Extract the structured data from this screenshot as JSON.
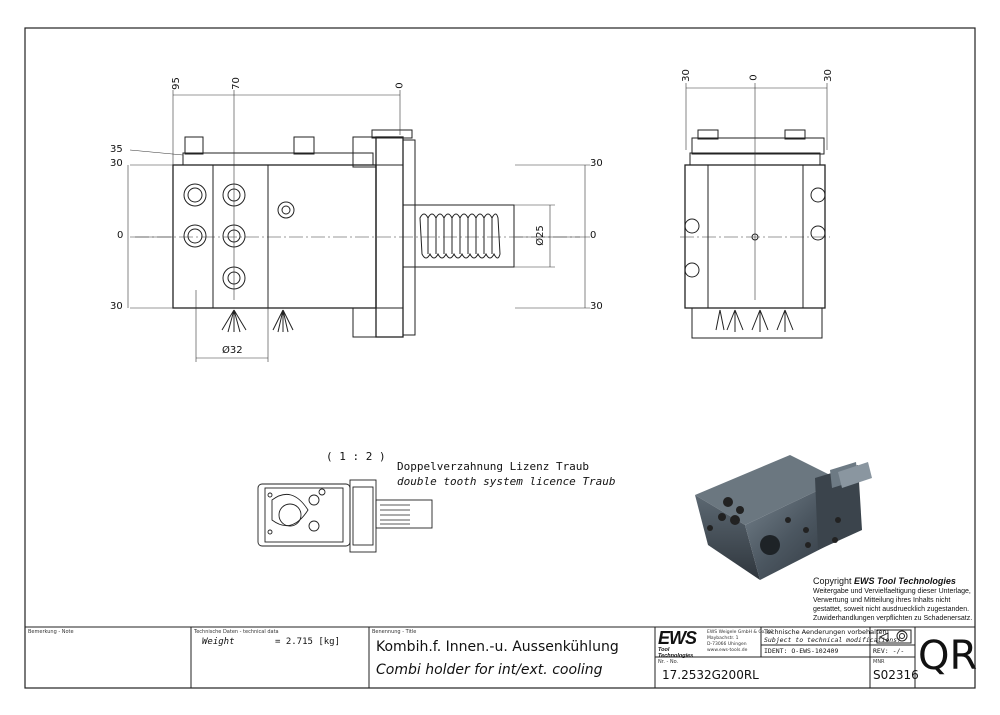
{
  "dims": {
    "top_view": {
      "h95": "95",
      "h70": "70",
      "h0": "0",
      "v35": "35",
      "v30_top": "30",
      "v0": "0",
      "v30_bot": "30",
      "r30_top": "30",
      "r0": "0",
      "r30_bot": "30",
      "dia25": "Ø25",
      "dia32": "Ø32"
    },
    "side_view": {
      "h30_left": "30",
      "h0": "0",
      "h30_right": "30"
    }
  },
  "scale_label": "( 1 : 2 )",
  "license": {
    "de": "Doppelverzahnung Lizenz Traub",
    "en": "double tooth system licence Traub"
  },
  "copyright": {
    "prefix": "Copyright ",
    "brand": "EWS Tool Technologies",
    "lines": [
      "Weitergabe und Vervielfaeltigung dieser Unterlage,",
      "Verwertung und Mitteilung ihres Inhalts nicht",
      "gestattet, soweit nicht ausdruecklich zugestanden.",
      "Zuwiderhandlungen verpflichten zu Schadenersatz."
    ]
  },
  "title_block": {
    "note_label": "Bemerkung - Note",
    "tech_label": "Technische Daten - technical data",
    "weight_label": "Weight",
    "weight_value": "=  2.715 [kg]",
    "title_label": "Benennung - Title",
    "title_de": "Kombih.f. Innen.-u. Aussenkühlung",
    "title_en": "Combi holder for int/ext. cooling",
    "logo": "EWS",
    "logo_sub": "Tool Technologies",
    "company": [
      "EWS Weigele GmbH & Co. KG",
      "Maybachstr. 1",
      "D-73066 Uhingen",
      "www.ews-tools.de"
    ],
    "changes_de": "Technische Aenderungen vorbehalten!",
    "changes_en": "Subject to technical modifications!",
    "ident": "IDENT:  O-EWS-102409",
    "rev": "REV:  -/-",
    "nr_label": "Nr. - No.",
    "nr": "17.2532G200RL",
    "mnr_label": "MNR",
    "mnr": "S02316",
    "qr": "QR"
  }
}
